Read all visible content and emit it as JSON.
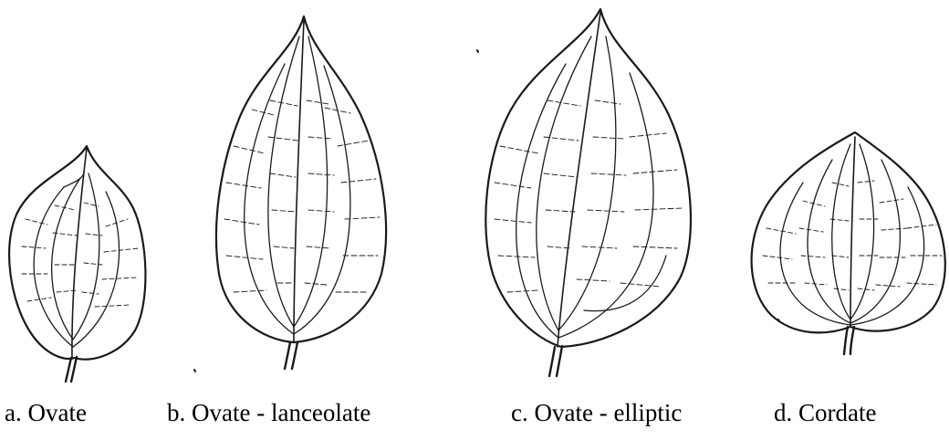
{
  "figure": {
    "leaves": [
      {
        "id": "a",
        "caption": "a. Ovate"
      },
      {
        "id": "b",
        "caption": "b. Ovate - lanceolate"
      },
      {
        "id": "c",
        "caption": "c. Ovate - elliptic"
      },
      {
        "id": "d",
        "caption": "d. Cordate"
      }
    ]
  },
  "colors": {
    "line": "#1a1a1a",
    "background": "#ffffff"
  }
}
